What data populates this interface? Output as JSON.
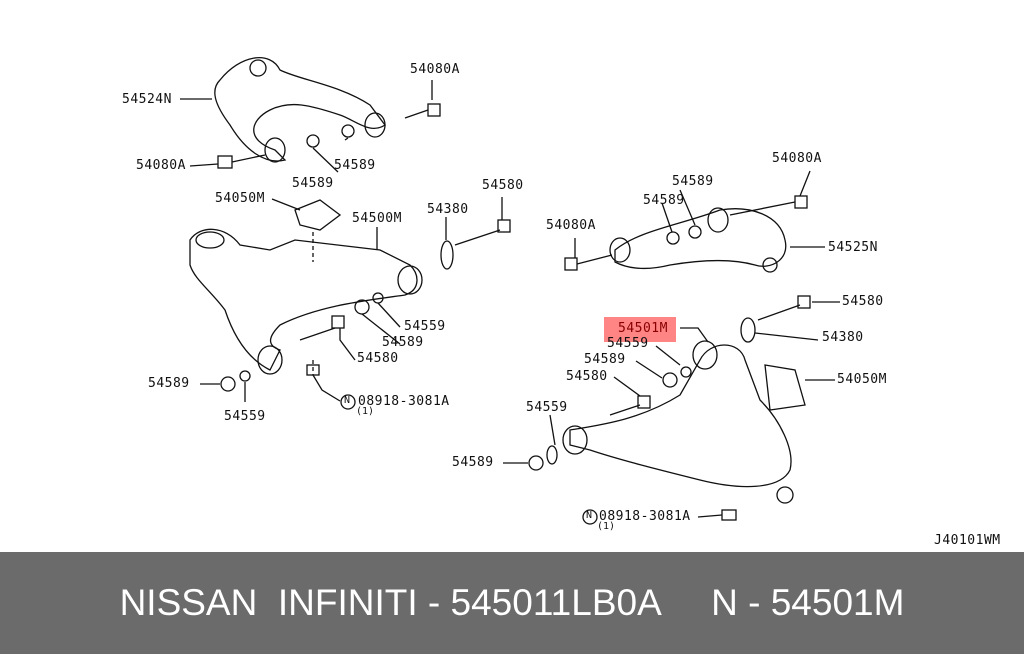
{
  "labels_left": {
    "l1": "54524N",
    "l2": "54080A",
    "l3": "54080A",
    "l4": "54589",
    "l5": "54589",
    "l6": "54050M",
    "l7": "54500M",
    "l8": "54380",
    "l9": "54580",
    "l10": "54559",
    "l11": "54589",
    "l12": "54580",
    "l13": "54589",
    "l14": "54559",
    "l15": "08918-3081A",
    "l15q": "(1)"
  },
  "labels_right": {
    "r1": "54080A",
    "r2": "54589",
    "r3": "54589",
    "r4": "54080A",
    "r5": "54525N",
    "r6": "54580",
    "r7": "54501M",
    "r8": "54380",
    "r9": "54559",
    "r10": "54589",
    "r11": "54580",
    "r12": "54050M",
    "r13": "54559",
    "r14": "54589",
    "r15": "08918-3081A",
    "r15q": "(1)"
  },
  "nut_symbol": "N",
  "diagram_code": "J40101WM",
  "highlight_color": "#ff6e6e",
  "footer": {
    "text": "NISSAN  INFINITI - 545011LB0A     N - 54501M"
  }
}
